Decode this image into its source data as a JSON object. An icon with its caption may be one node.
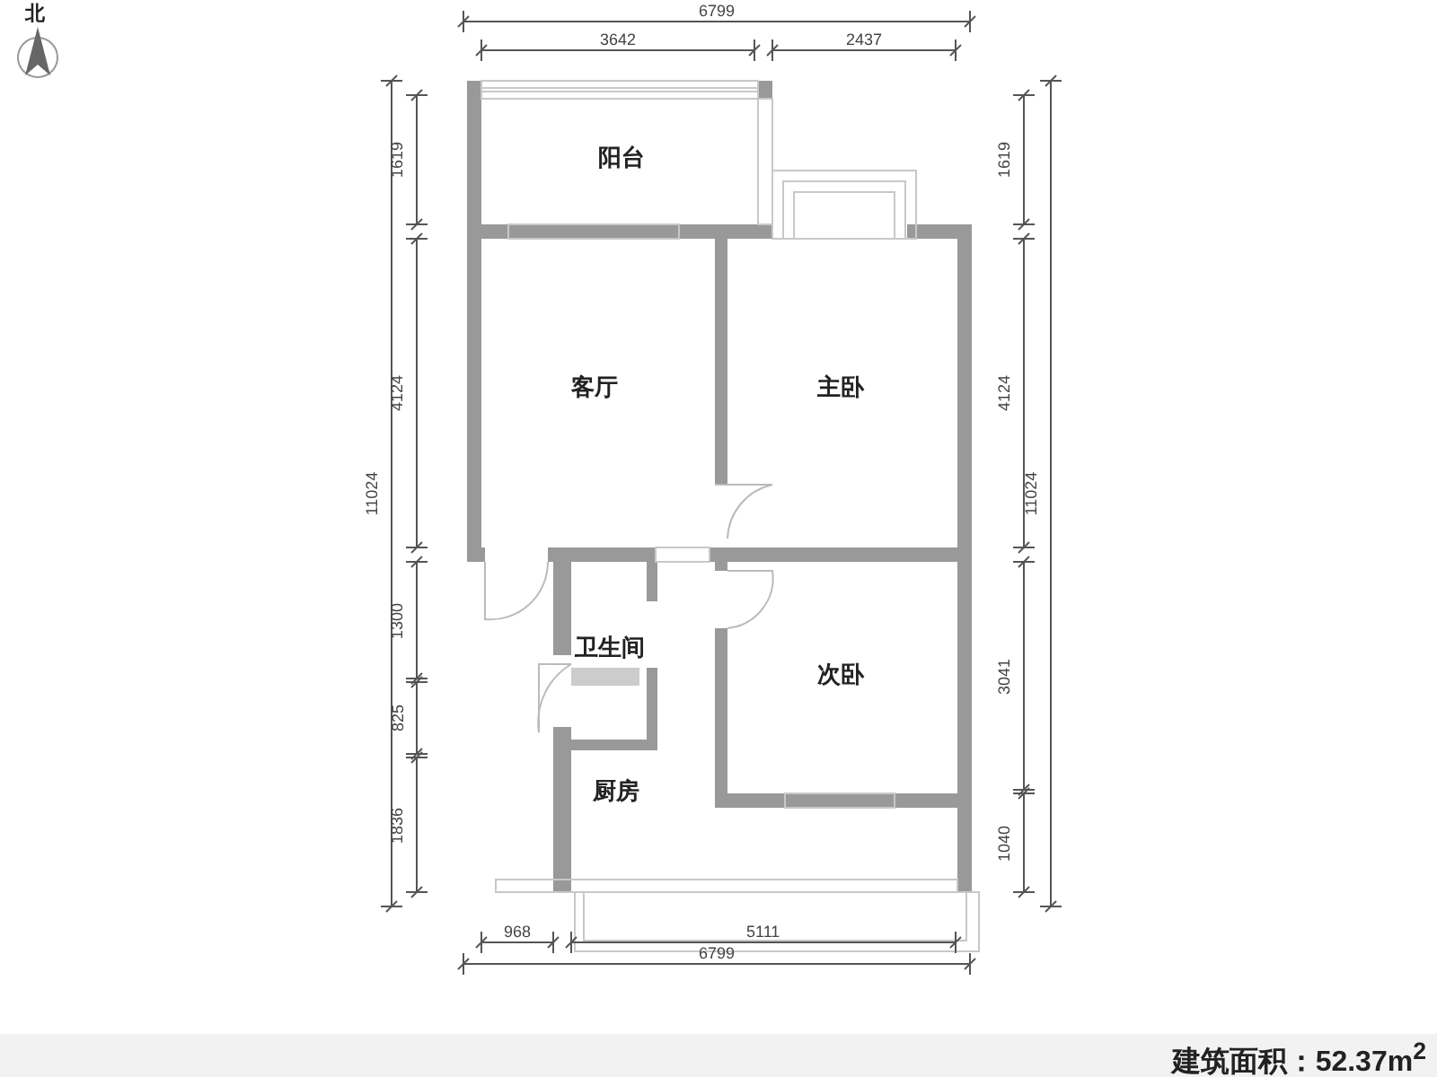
{
  "diagram": {
    "nodes": [
      {
        "text": [
          "阳台"
        ]
      },
      {
        "text": [
          "客厅"
        ]
      },
      {
        "text": [
          "主卧"
        ]
      },
      {
        "text": [
          "卫生间"
        ]
      },
      {
        "text": [
          "次卧"
        ]
      },
      {
        "text": [
          "厨房"
        ]
      }
    ],
    "labels": [
      "北",
      "6799",
      "3642",
      "2437",
      "1619",
      "4124",
      "11024",
      "1300",
      "825",
      "1836",
      "1619",
      "4124",
      "11024",
      "3041",
      "1040",
      "968",
      "5111",
      "6799",
      "建筑面积：52.37m$^{2}$"
    ]
  }
}
